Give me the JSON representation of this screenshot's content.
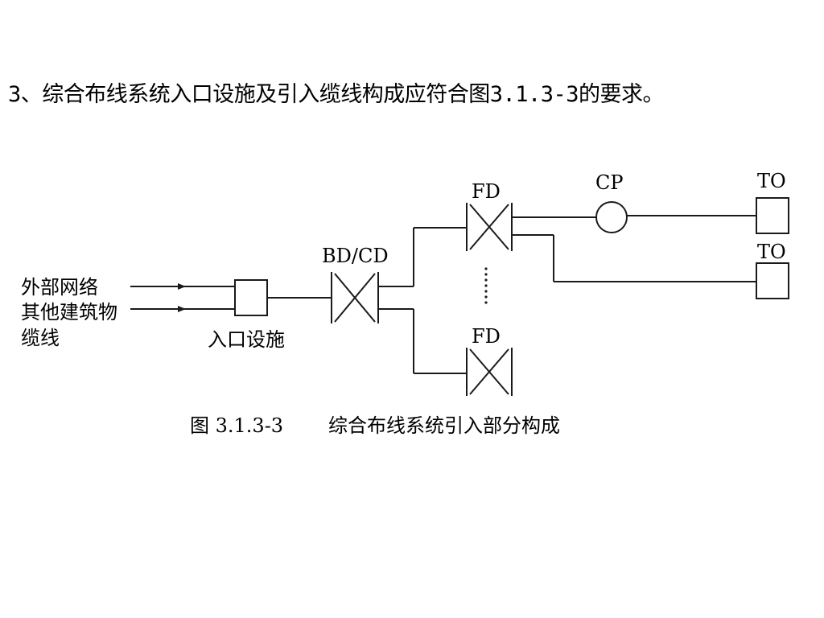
{
  "heading": "3、综合布线系统入口设施及引入缆线构成应符合图3.1.3-3的要求。",
  "diagram": {
    "source_labels": [
      "外部网络",
      "其他建筑物",
      "缆线"
    ],
    "entrance_label": "入口设施",
    "bdcd_label": "BD/CD",
    "fd_top_label": "FD",
    "fd_bottom_label": "FD",
    "cp_label": "CP",
    "to_top_label": "TO",
    "to_bottom_label": "TO",
    "caption_number": "图 3.1.3-3",
    "caption_title": "综合布线系统引入部分构成"
  }
}
